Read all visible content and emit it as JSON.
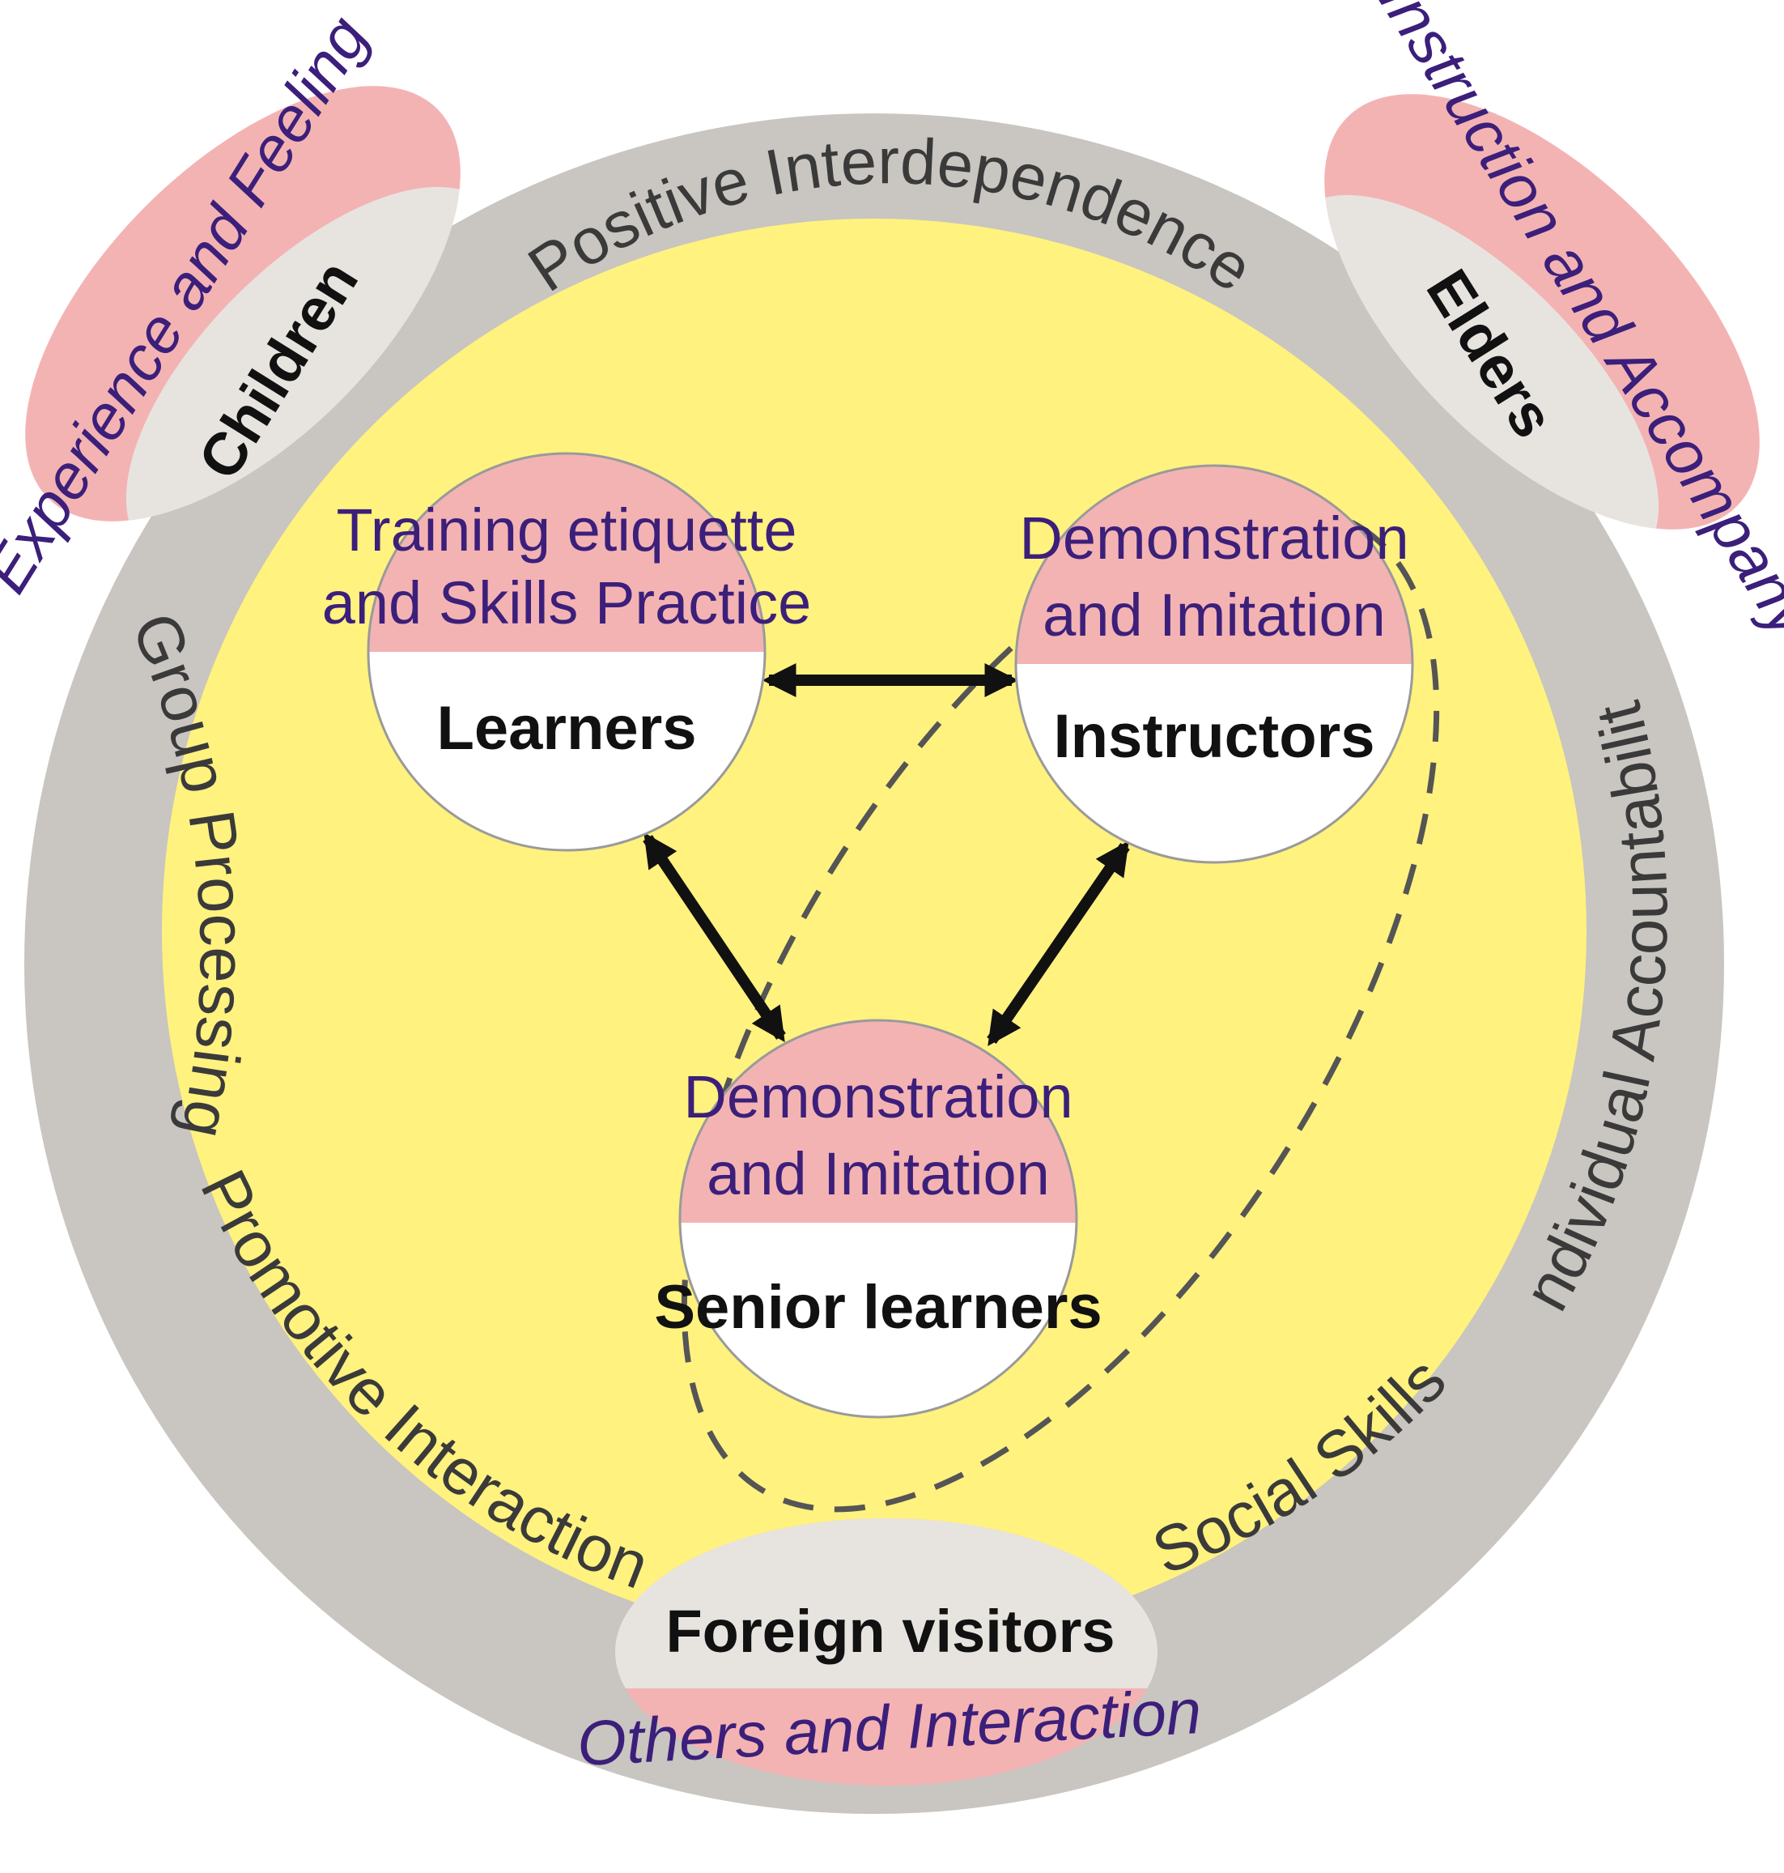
{
  "colors": {
    "outer_ring": "#c9c5c0",
    "inner_circle": "#fff27f",
    "pink": "#f4b3b3",
    "light_gray": "#e7e4e0",
    "node_white": "#ffffff",
    "purple_text": "#3b1f7a",
    "arrow": "#111111",
    "dashed": "#555555"
  },
  "ring_labels": {
    "top": "Positive Interdependence",
    "left": "Group Processing",
    "right": "Individual Accountability",
    "bottom_left": "Promotive Interaction",
    "bottom_right": "Social Skills"
  },
  "stakeholders": {
    "children": {
      "role": "Children",
      "description": "Experience and Feeling"
    },
    "elders": {
      "role": "Elders",
      "description": "Instruction and Accompany"
    },
    "foreign_visitors": {
      "role": "Foreign visitors",
      "description": "Others and Interaction"
    }
  },
  "nodes": {
    "learners": {
      "line1": "Training etiquette",
      "line2": "and Skills Practice",
      "label": "Learners"
    },
    "instructors": {
      "line1": "Demonstration",
      "line2": "and Imitation",
      "label": "Instructors"
    },
    "senior": {
      "line1": "Demonstration",
      "line2": "and Imitation",
      "label": "Senior learners"
    }
  }
}
